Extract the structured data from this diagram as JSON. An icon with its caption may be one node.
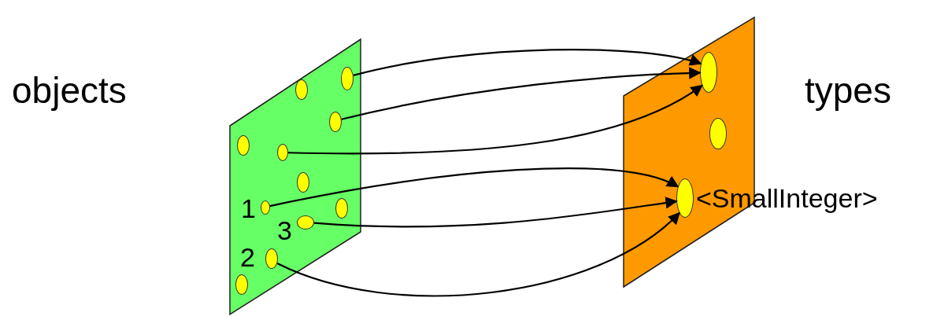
{
  "diagram": {
    "nodes": [
      {
        "text": [],
        "shape": "parallelogram",
        "beside": [
          "objects"
        ]
      },
      {
        "text": [],
        "shape": "circle",
        "in": 0
      },
      {
        "text": [],
        "shape": "circle",
        "in": 0
      },
      {
        "text": [],
        "shape": "circle",
        "in": 0
      },
      {
        "text": [],
        "shape": "circle",
        "in": 0
      },
      {
        "text": [],
        "shape": "circle",
        "in": 0
      },
      {
        "text": [],
        "shape": "circle",
        "in": 0
      },
      {
        "text": [],
        "shape": "circle",
        "in": 0,
        "beside": [
          "1"
        ]
      },
      {
        "text": [],
        "shape": "circle",
        "in": 0
      },
      {
        "text": [],
        "shape": "circle",
        "in": 0,
        "beside": [
          "3"
        ]
      },
      {
        "text": [],
        "shape": "circle",
        "in": 0,
        "beside": [
          "2"
        ]
      },
      {
        "text": [],
        "shape": "circle",
        "in": 0
      },
      {
        "text": [],
        "shape": "parallelogram",
        "beside": [
          "types"
        ]
      },
      {
        "text": [],
        "shape": "circle",
        "in": 12
      },
      {
        "text": [],
        "shape": "circle",
        "in": 12
      },
      {
        "text": [],
        "shape": "circle",
        "in": 12,
        "beside": [
          "<SmallInteger>"
        ]
      }
    ],
    "edges": [
      {
        "from": 1,
        "to": 13,
        "arrow": "to"
      },
      {
        "from": 3,
        "to": 13,
        "arrow": "to"
      },
      {
        "from": 5,
        "to": 13,
        "arrow": "to"
      },
      {
        "from": 7,
        "to": 15,
        "arrow": "to"
      },
      {
        "from": 9,
        "to": 15,
        "arrow": "to"
      },
      {
        "from": 10,
        "to": 15,
        "arrow": "to"
      }
    ]
  }
}
